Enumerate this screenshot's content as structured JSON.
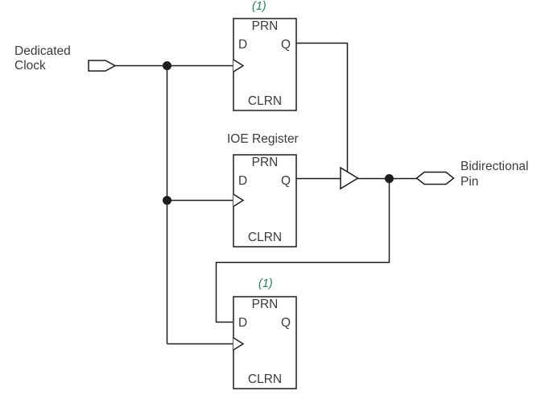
{
  "colors": {
    "background": "#ffffff",
    "line": "#1d1d1d",
    "text": "#3b3b3b",
    "note_green": "#2e7d55"
  },
  "labels": {
    "dedicated_clock_line1": "Dedicated",
    "dedicated_clock_line2": "Clock",
    "ioe_register": "IOE Register",
    "bidirectional_pin_line1": "Bidirectional",
    "bidirectional_pin_line2": "Pin",
    "note_top": "(1)",
    "note_bottom": "(1)"
  },
  "registers": [
    {
      "prn": "PRN",
      "d": "D",
      "q": "Q",
      "clrn": "CLRN"
    },
    {
      "prn": "PRN",
      "d": "D",
      "q": "Q",
      "clrn": "CLRN"
    },
    {
      "prn": "PRN",
      "d": "D",
      "q": "Q",
      "clrn": "CLRN"
    }
  ]
}
